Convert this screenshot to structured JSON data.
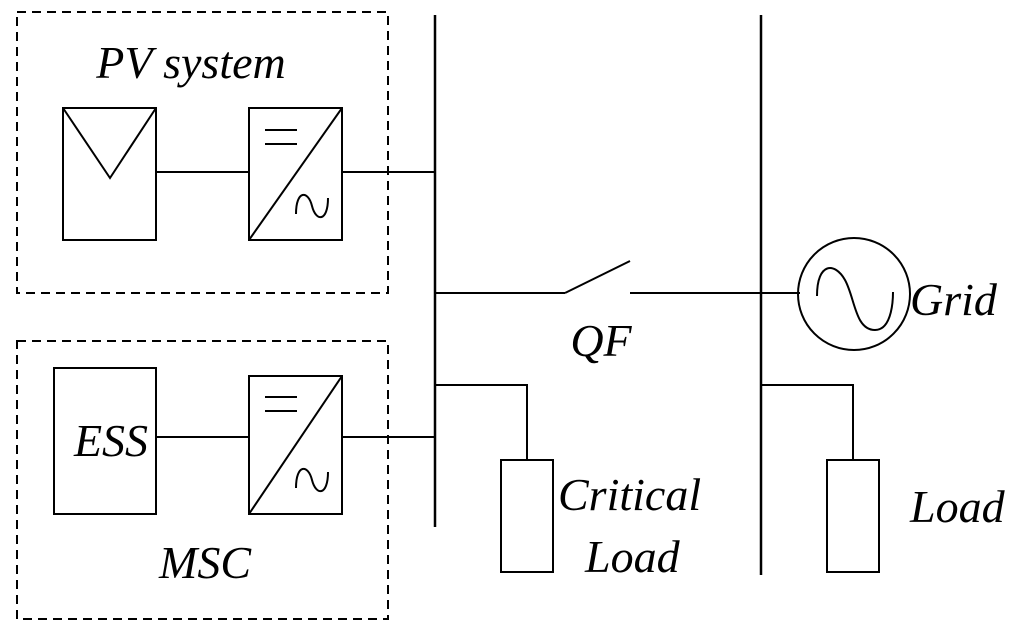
{
  "labels": {
    "pv_system": "PV system",
    "ess": "ESS",
    "msc": "MSC",
    "qf": "QF",
    "grid": "Grid",
    "critical_load_line1": "Critical",
    "critical_load_line2": "Load",
    "load": "Load"
  },
  "colors": {
    "line": "#000000",
    "background": "#ffffff"
  }
}
